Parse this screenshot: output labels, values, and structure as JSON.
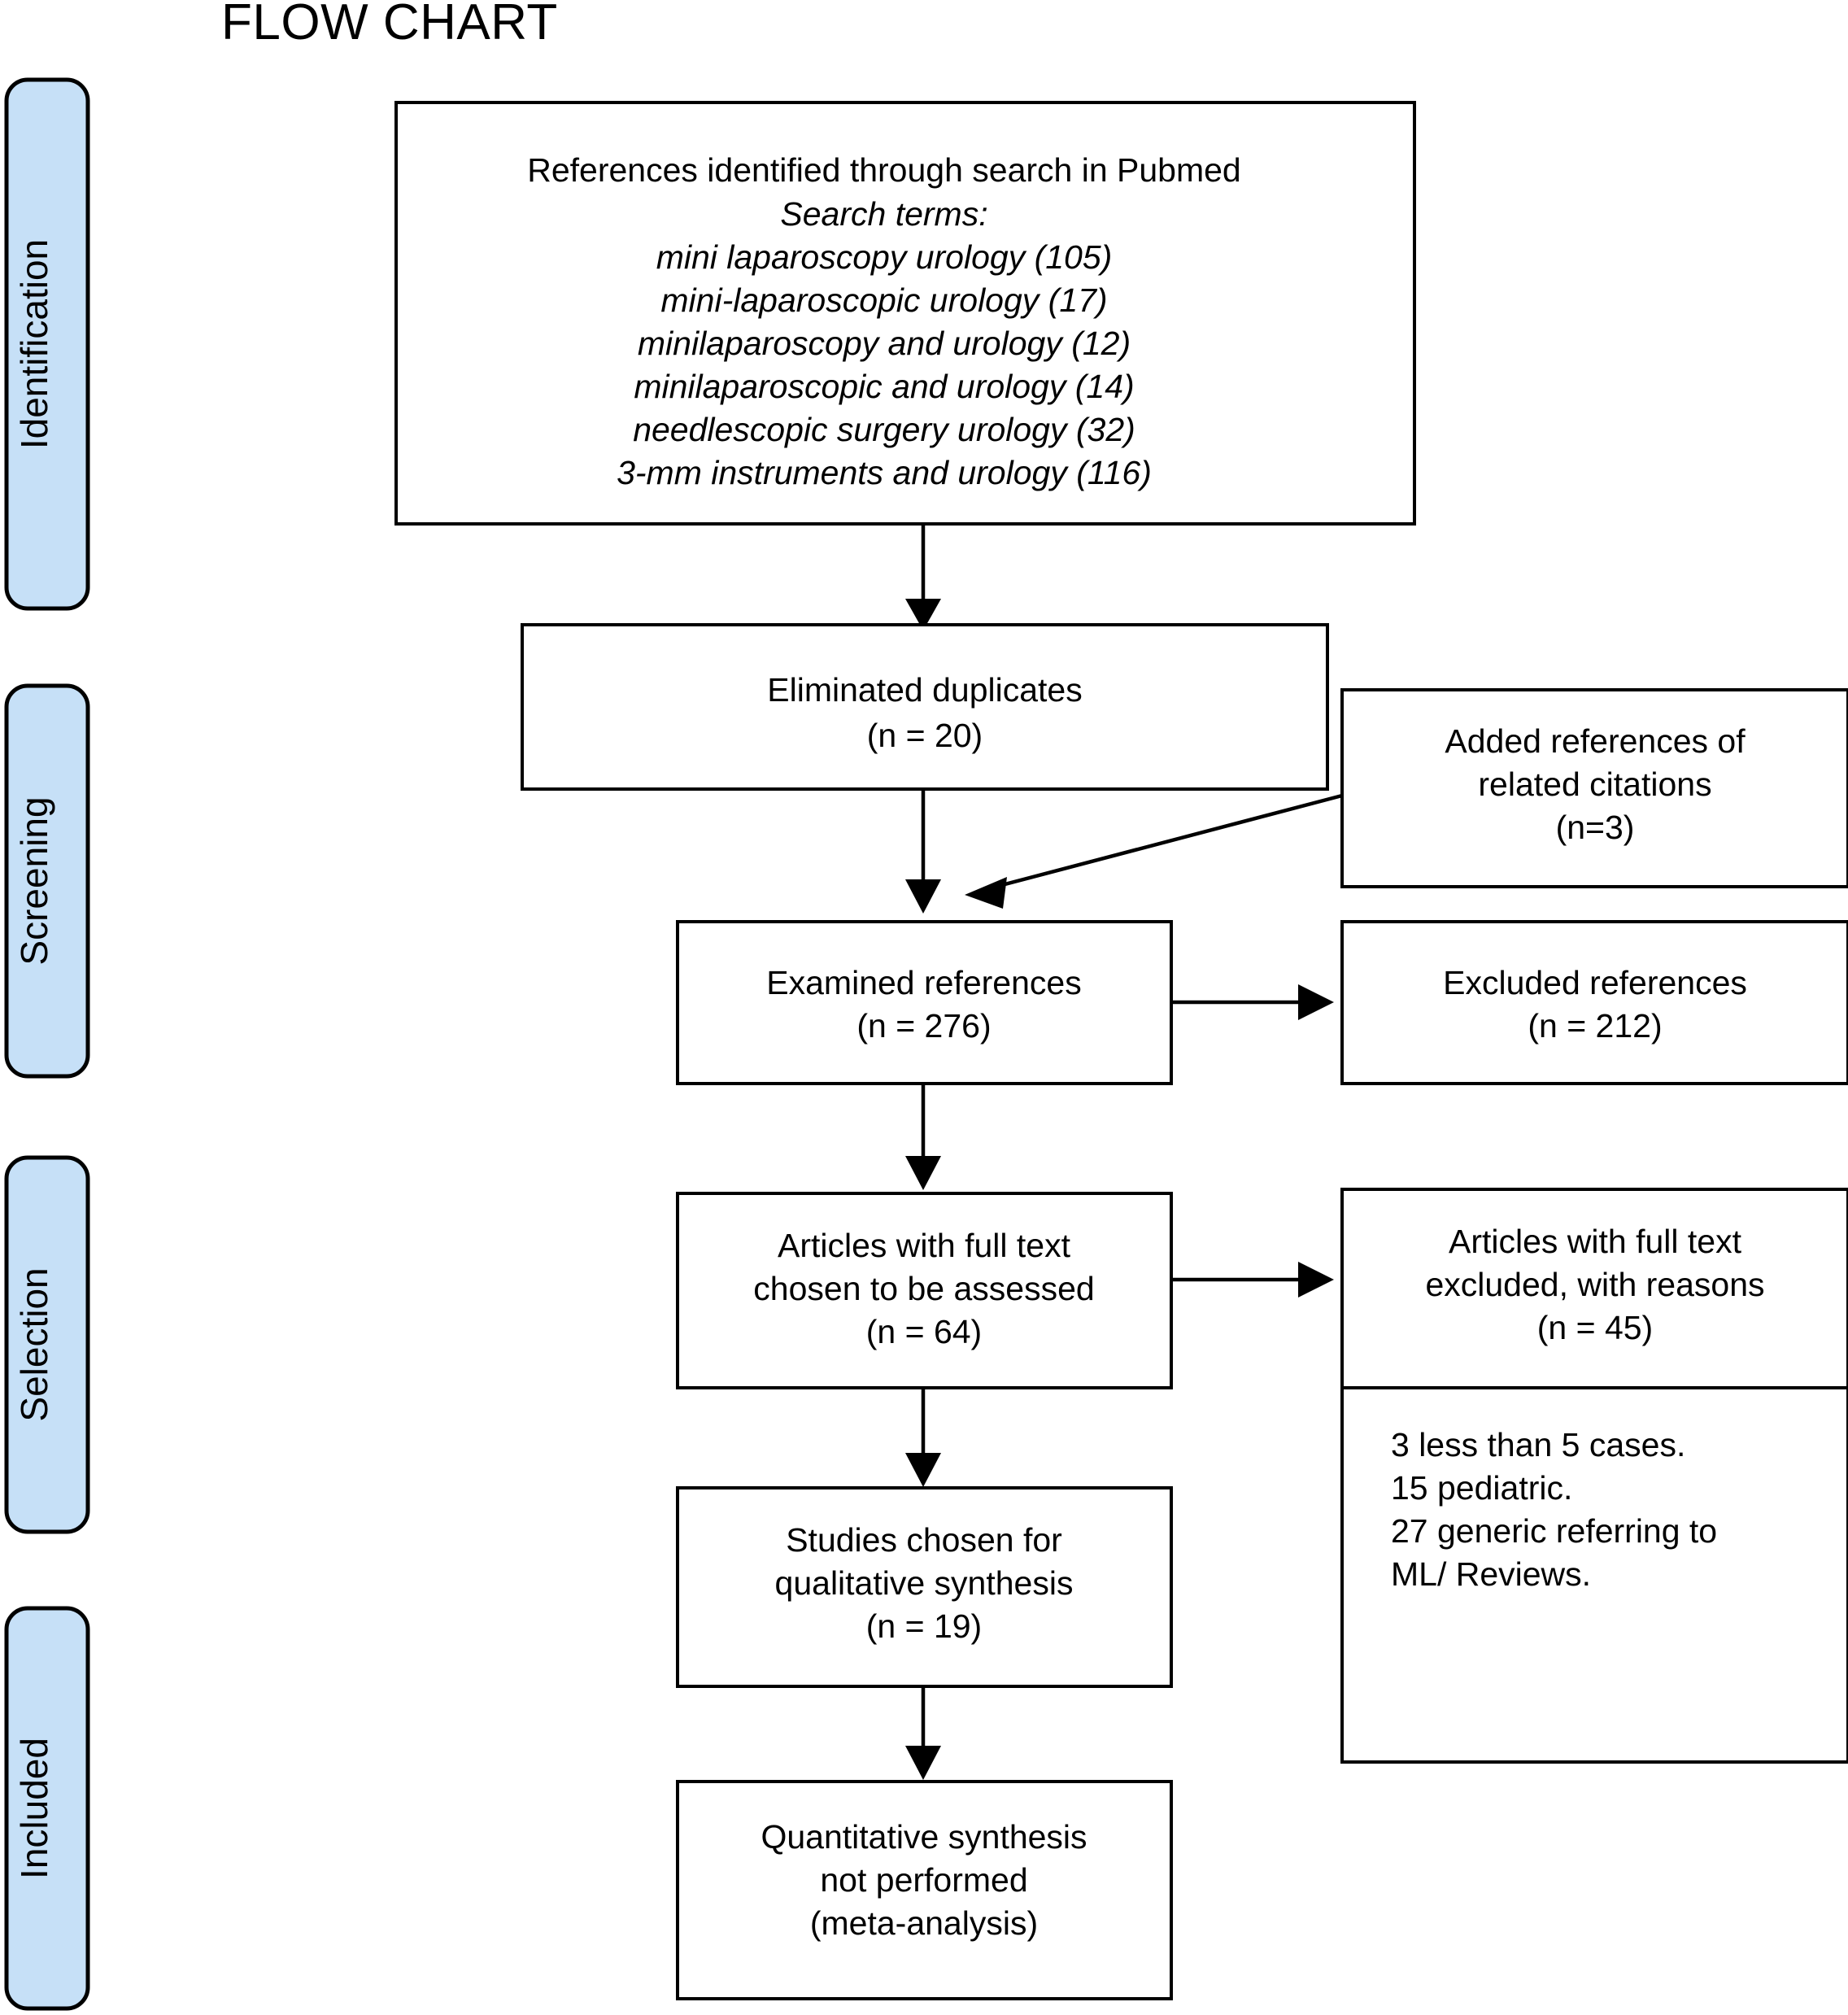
{
  "title": "FLOW CHART",
  "colors": {
    "stage_fill": "#c6e0f7",
    "stroke": "#000000",
    "box_fill": "#ffffff"
  },
  "stages": [
    {
      "label": "Identification"
    },
    {
      "label": "Screening"
    },
    {
      "label": "Selection"
    },
    {
      "label": "Included"
    }
  ],
  "boxes": {
    "identified": {
      "lines": [
        "References identified through search in Pubmed",
        "Search terms:",
        "mini laparoscopy urology (105)",
        "mini-laparoscopic urology (17)",
        "minilaparoscopy and urology (12)",
        "minilaparoscopic and urology (14)",
        "needlescopic surgery urology (32)",
        "3-mm instruments and urology (116)"
      ]
    },
    "duplicates": {
      "line1": "Eliminated duplicates",
      "line2": "(n = 20)"
    },
    "added": {
      "line1": "Added references of",
      "line2": "related citations",
      "line3": "(n=3)"
    },
    "examined": {
      "line1": "Examined references",
      "line2": "(n = 276)"
    },
    "excluded": {
      "line1": "Excluded references",
      "line2": "(n = 212)"
    },
    "fulltext_assessed": {
      "line1": "Articles with full text",
      "line2": "chosen to be assessed",
      "line3": "(n = 64)"
    },
    "fulltext_excluded": {
      "line1": "Articles with full text",
      "line2": "excluded, with reasons",
      "line3": "(n = 45)"
    },
    "reasons": {
      "line1": "3 less than 5 cases.",
      "line2": "15 pediatric.",
      "line3": "27 generic referring to",
      "line4": "ML/ Reviews."
    },
    "qualitative": {
      "line1": "Studies chosen for",
      "line2": "qualitative synthesis",
      "line3": "(n = 19)"
    },
    "quantitative": {
      "line1": "Quantitative synthesis",
      "line2": "not performed",
      "line3": "(meta-analysis)"
    }
  },
  "chart_data": {
    "type": "diagram",
    "title": "FLOW CHART",
    "subtype": "PRISMA flow diagram",
    "stages": [
      "Identification",
      "Screening",
      "Selection",
      "Included"
    ],
    "nodes": [
      {
        "id": "identified",
        "stage": "Identification",
        "label": "References identified through search in Pubmed"
      },
      {
        "id": "duplicates",
        "stage": "Screening",
        "label": "Eliminated duplicates",
        "n": 20
      },
      {
        "id": "added",
        "stage": "Screening",
        "label": "Added references of related citations",
        "n": 3
      },
      {
        "id": "examined",
        "stage": "Screening",
        "label": "Examined references",
        "n": 276
      },
      {
        "id": "excluded",
        "stage": "Screening",
        "label": "Excluded references",
        "n": 212
      },
      {
        "id": "fulltext_assessed",
        "stage": "Selection",
        "label": "Articles with full text chosen to be assessed",
        "n": 64
      },
      {
        "id": "fulltext_excluded",
        "stage": "Selection",
        "label": "Articles with full text excluded, with reasons",
        "n": 45
      },
      {
        "id": "qualitative",
        "stage": "Selection",
        "label": "Studies chosen for qualitative synthesis",
        "n": 19
      },
      {
        "id": "quantitative",
        "stage": "Included",
        "label": "Quantitative synthesis not performed (meta-analysis)"
      }
    ],
    "edges": [
      {
        "from": "identified",
        "to": "duplicates"
      },
      {
        "from": "duplicates",
        "to": "examined"
      },
      {
        "from": "added",
        "to": "examined"
      },
      {
        "from": "examined",
        "to": "excluded"
      },
      {
        "from": "examined",
        "to": "fulltext_assessed"
      },
      {
        "from": "fulltext_assessed",
        "to": "fulltext_excluded"
      },
      {
        "from": "fulltext_assessed",
        "to": "qualitative"
      },
      {
        "from": "qualitative",
        "to": "quantitative"
      }
    ],
    "search_terms": [
      {
        "term": "mini laparoscopy urology",
        "count": 105
      },
      {
        "term": "mini-laparoscopic urology",
        "count": 17
      },
      {
        "term": "minilaparoscopy and urology",
        "count": 12
      },
      {
        "term": "minilaparoscopic and urology",
        "count": 14
      },
      {
        "term": "needlescopic surgery urology",
        "count": 32
      },
      {
        "term": "3-mm instruments and urology",
        "count": 116
      }
    ],
    "exclusion_reasons": [
      {
        "count": 3,
        "reason": "less than 5 cases."
      },
      {
        "count": 15,
        "reason": "pediatric."
      },
      {
        "count": 27,
        "reason": "generic referring to ML/ Reviews."
      }
    ]
  }
}
